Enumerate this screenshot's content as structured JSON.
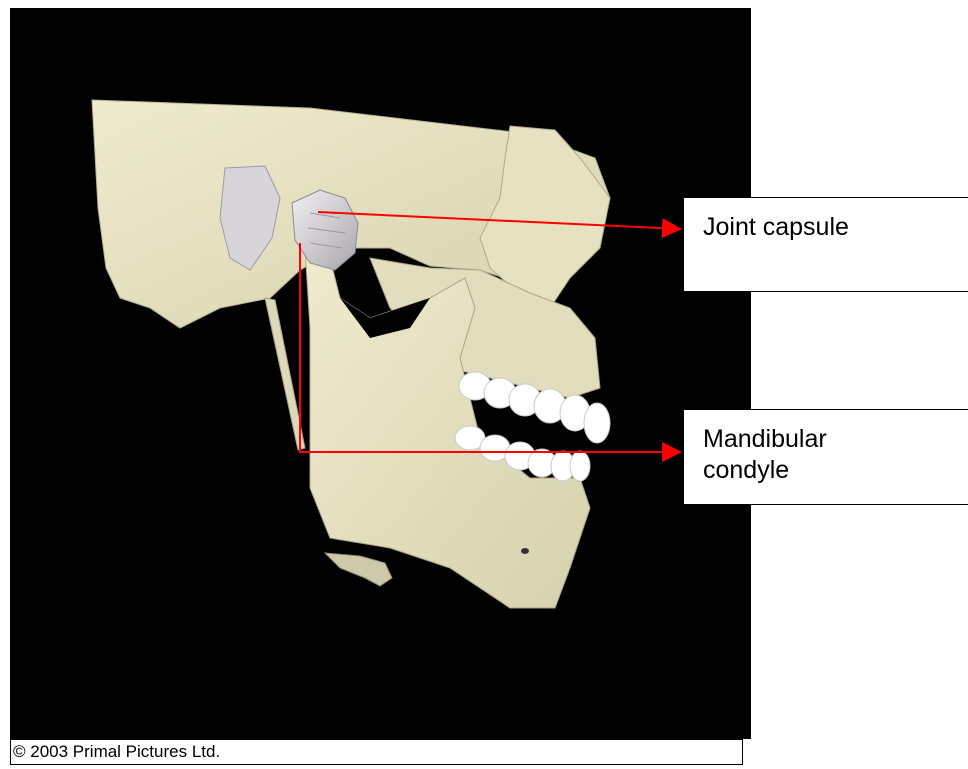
{
  "credit": "© 2003 Primal Pictures Ltd.",
  "labels": {
    "joint_capsule": "Joint capsule",
    "mandibular_condyle_line1": "Mandibular",
    "mandibular_condyle_line2": "condyle"
  },
  "colors": {
    "background": "#000000",
    "bone": "#e8e4c4",
    "bone_shadow": "#bfb998",
    "teeth": "#ffffff",
    "capsule": "#d9d6dc",
    "leader": "#ff0000"
  }
}
